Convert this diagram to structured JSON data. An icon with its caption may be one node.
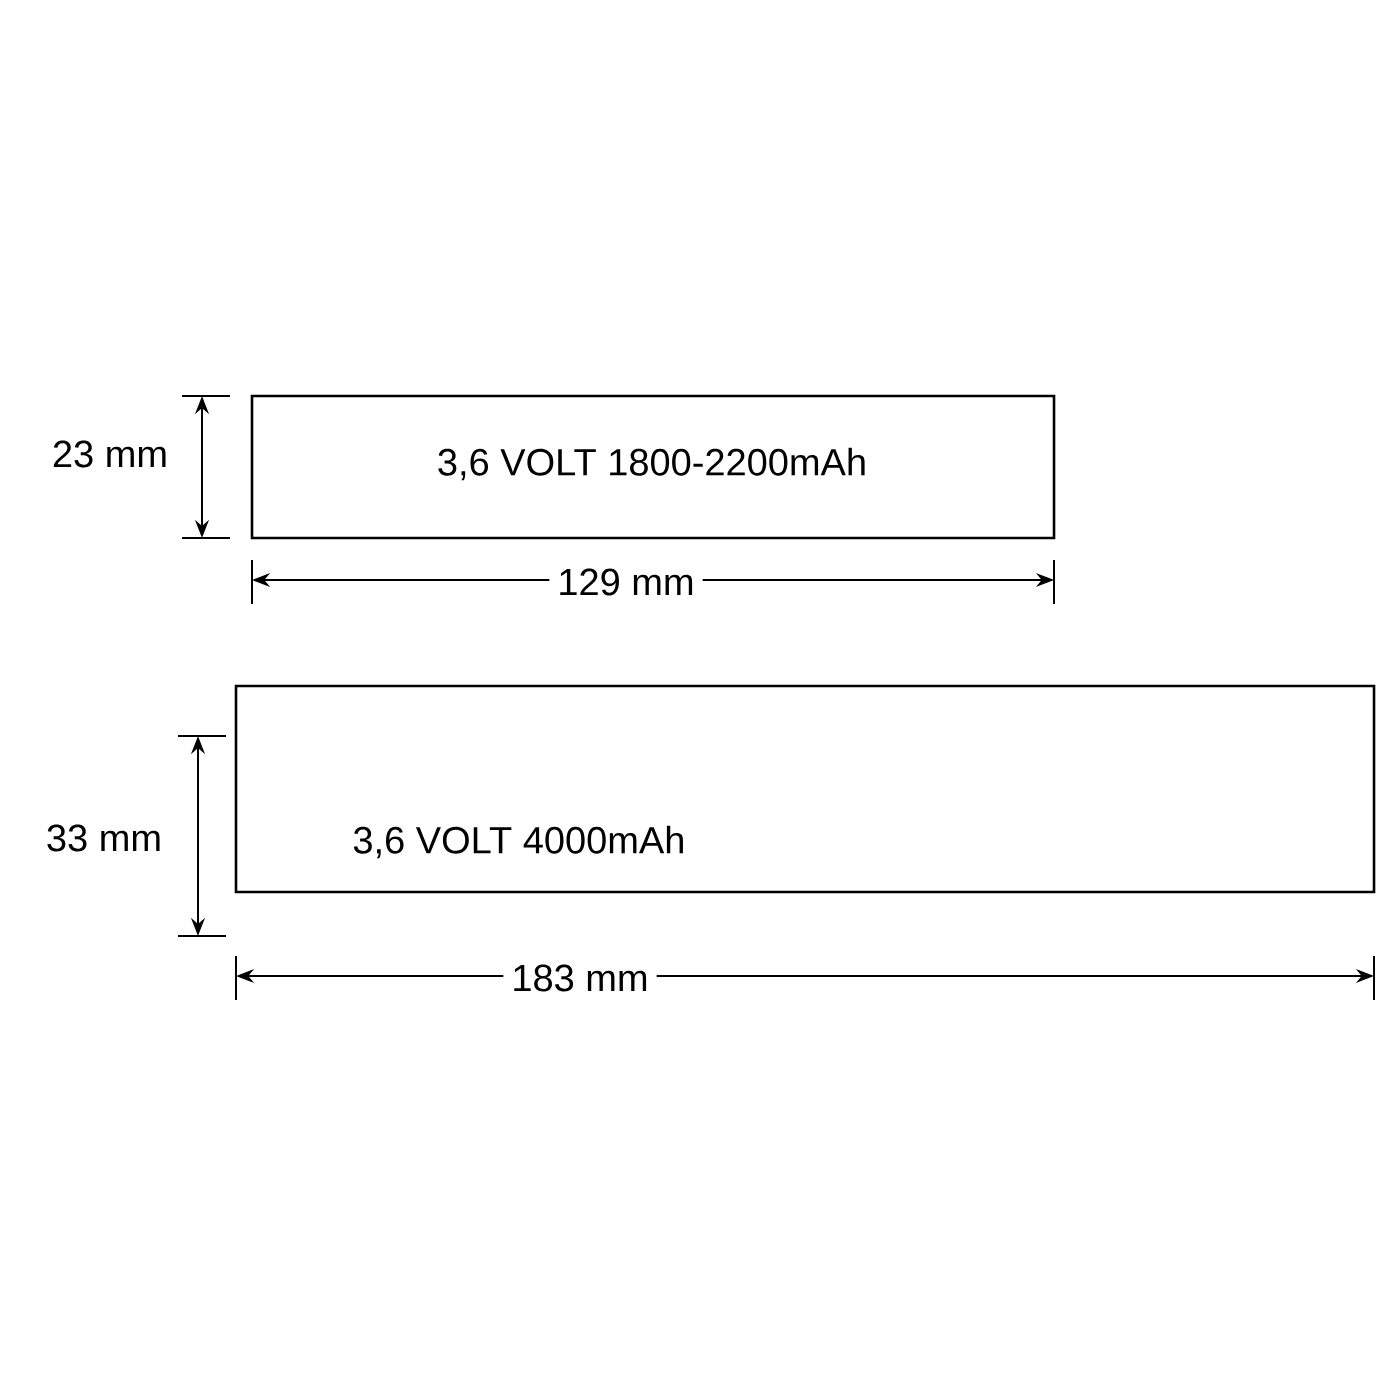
{
  "diagram": {
    "nodes": [
      {
        "text": [
          "3,6 VOLT 1800-2200mAh"
        ]
      },
      {
        "text": [
          "3,6 VOLT 4000mAh"
        ]
      }
    ],
    "edges": [],
    "labels": [
      "23 mm",
      "129 mm",
      "33 mm",
      "183 mm"
    ]
  }
}
